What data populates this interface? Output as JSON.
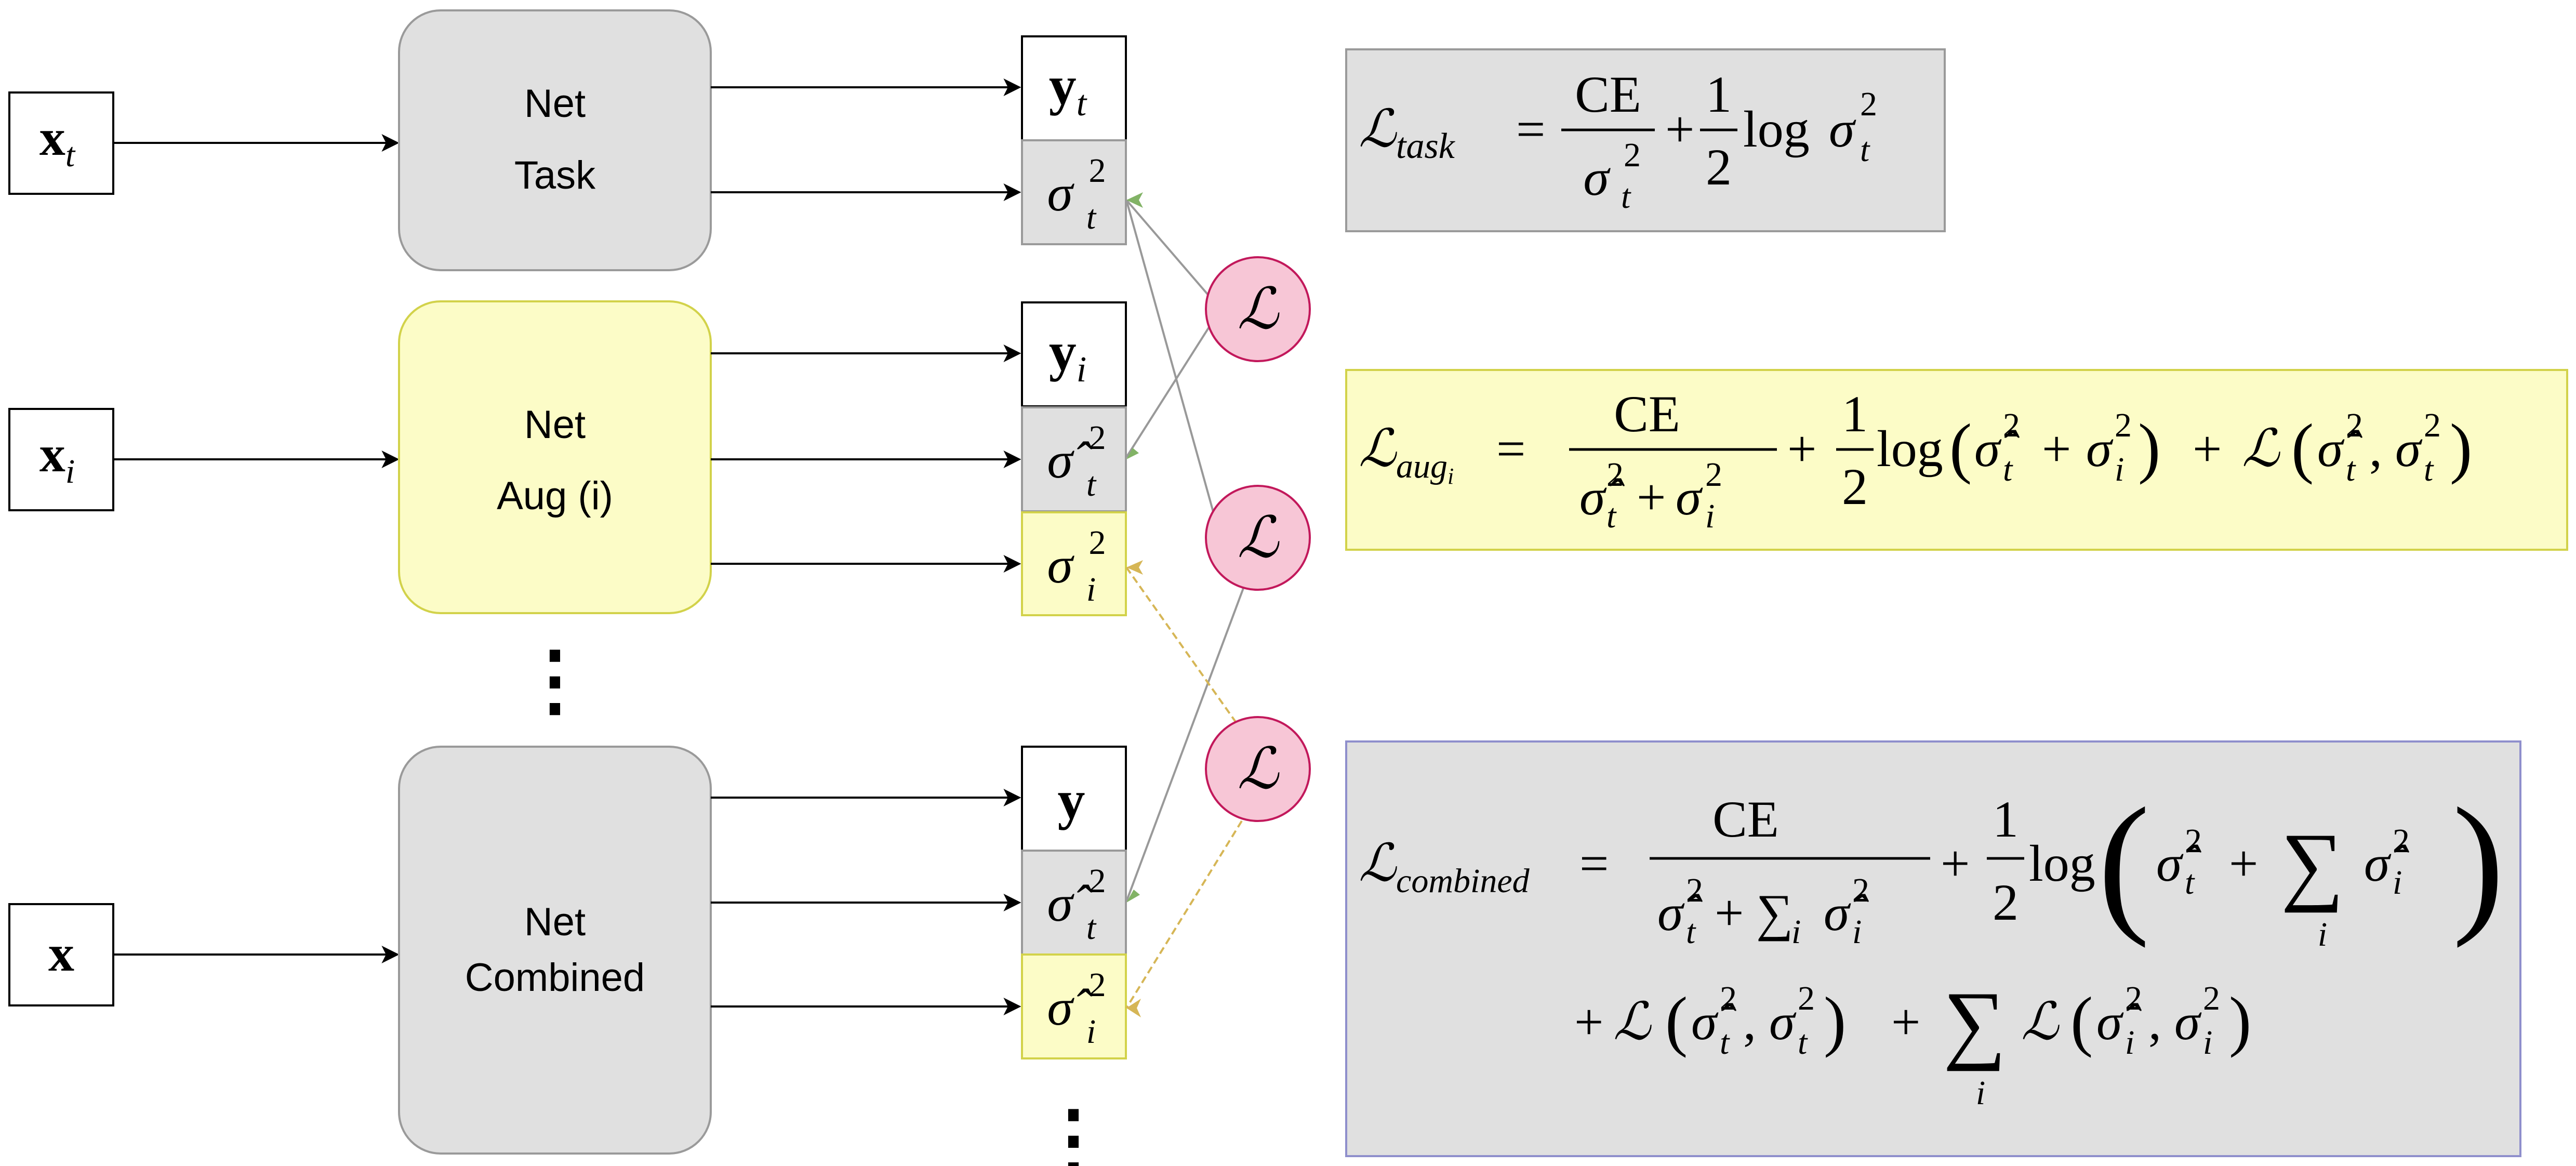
{
  "inputs": {
    "task": {
      "symbol": "x",
      "subscript": "t"
    },
    "aug": {
      "symbol": "x",
      "subscript": "i"
    },
    "combined": {
      "symbol": "x"
    }
  },
  "networks": {
    "task": {
      "line1": "Net",
      "line2": "Task"
    },
    "aug": {
      "line1": "Net",
      "line2": "Aug (i)"
    },
    "combined": {
      "line1": "Net",
      "line2": "Combined"
    }
  },
  "outputs": {
    "task_y": {
      "symbol": "y",
      "subscript": "t"
    },
    "task_sigma": {
      "symbol": "σ",
      "superscript": "2",
      "subscript": "t"
    },
    "aug_y": {
      "symbol": "y",
      "subscript": "i"
    },
    "aug_sigma_t": {
      "symbol": "σ̂",
      "superscript": "2",
      "subscript": "t"
    },
    "aug_sigma_i": {
      "symbol": "σ",
      "superscript": "2",
      "subscript": "i"
    },
    "comb_y": {
      "symbol": "y"
    },
    "comb_sigma_t": {
      "symbol": "σ̂",
      "superscript": "2",
      "subscript": "t"
    },
    "comb_sigma_i": {
      "symbol": "σ̂",
      "superscript": "2",
      "subscript": "i"
    }
  },
  "loss_nodes": {
    "symbol": "ℒ"
  },
  "ellipsis": "⋮",
  "equations": {
    "task": {
      "lhs": "ℒ",
      "lhs_sub": "task",
      "equals": "=",
      "numerator": "CE",
      "half_num": "1",
      "half_den": "2",
      "log": "log",
      "sigma": "σ",
      "sq": "2",
      "t": "t",
      "plus": "+"
    },
    "aug": {
      "lhs": "ℒ",
      "lhs_sub": "aug",
      "lhs_sub_sub": "i",
      "equals": "=",
      "numerator": "CE",
      "half_num": "1",
      "half_den": "2",
      "log": "log",
      "sigma_hat": "σ̂",
      "sigma": "σ",
      "sq": "2",
      "t": "t",
      "i": "i",
      "plus": "+",
      "comma": ",",
      "loss": "ℒ"
    },
    "combined": {
      "lhs": "ℒ",
      "lhs_sub": "combined",
      "equals": "=",
      "numerator": "CE",
      "sum": "∑",
      "sum_sub": "i",
      "half_num": "1",
      "half_den": "2",
      "log": "log",
      "sigma_hat": "σ̂",
      "sigma": "σ",
      "sq": "2",
      "t": "t",
      "i": "i",
      "plus": "+",
      "comma": ",",
      "loss": "ℒ"
    }
  },
  "colors": {
    "gray_fill": "#e0e0e0",
    "gray_stroke": "#9a9a9a",
    "yellow_fill": "#fcfcc7",
    "yellow_stroke": "#d2d24a",
    "loss_fill": "#f7c6d6",
    "loss_stroke": "#c2185b",
    "arrow_green": "#82b366",
    "arrow_yellow": "#d6b656",
    "connector": "#999999",
    "combined_border": "#8f8fcc"
  }
}
